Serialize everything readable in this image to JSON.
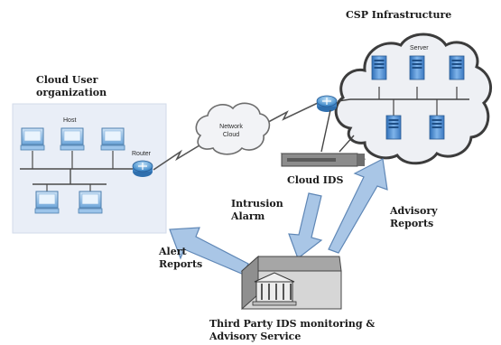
{
  "labels": {
    "csp_infrastructure": "CSP Infrastructure",
    "server": "Server",
    "cloud_user_line1": "Cloud User",
    "cloud_user_line2": "organization",
    "host": "Host",
    "router": "Router",
    "network_cloud_line1": "Network",
    "network_cloud_line2": "Cloud",
    "cloud_ids": "Cloud IDS",
    "intrusion_line1": "Intrusion",
    "intrusion_line2": "Alarm",
    "advisory_line1": "Advisory",
    "advisory_line2": "Reports",
    "alert_line1": "Alert",
    "alert_line2": "Reports",
    "third_party_line1": "Third Party IDS  monitoring &",
    "third_party_line2": "Advisory Service"
  },
  "colors": {
    "arrow_fill": "#a9c6e6",
    "arrow_stroke": "#5f87b6",
    "panel_fill": "#e9eef7",
    "cloud_fill": "#eef0f4",
    "server_blue": "#4f8fd1",
    "pc_blue": "#7fb1df"
  }
}
